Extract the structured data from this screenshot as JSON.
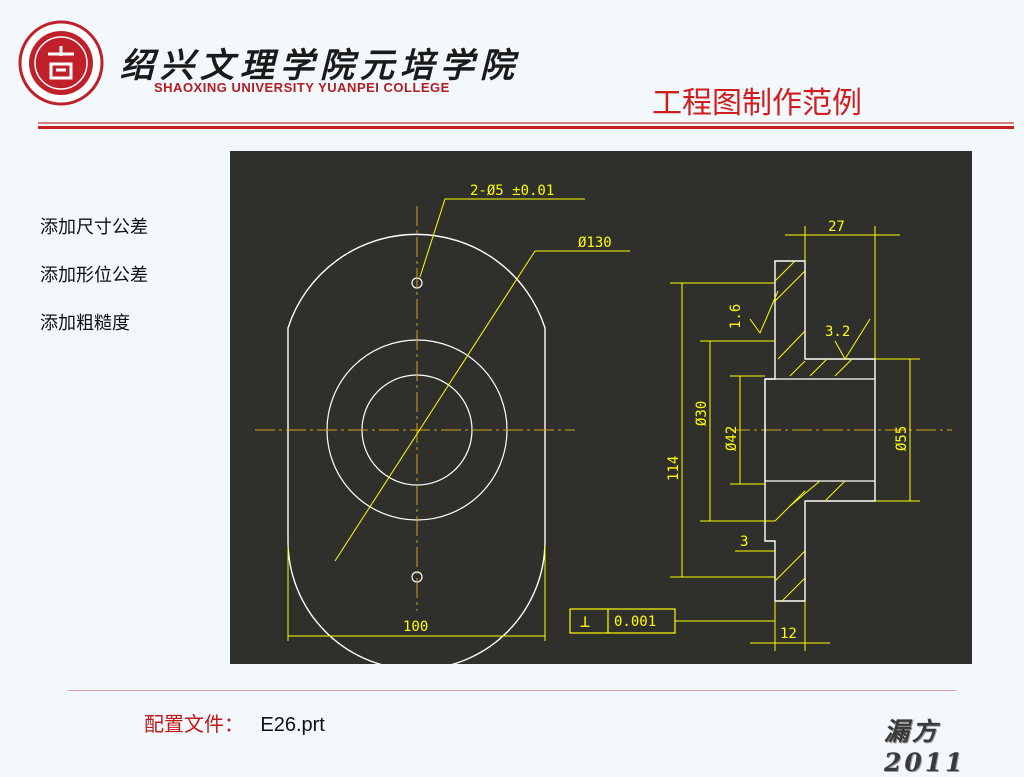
{
  "header": {
    "school_name_cn": "绍兴文理学院元培学院",
    "school_name_en": "SHAOXING UNIVERSITY YUANPEI COLLEGE",
    "title": "工程图制作范例"
  },
  "steps": [
    "添加尺寸公差",
    "添加形位公差",
    "添加粗糙度"
  ],
  "drawing": {
    "dims": {
      "hole": "2-Ø5 ±0.01",
      "pcd": "Ø130",
      "width": "100",
      "thickness": "27",
      "roughness_a": "1.6",
      "roughness_b": "3.2",
      "dia_30": "Ø30",
      "dia_42": "Ø42",
      "dia_55": "Ø55",
      "height": "114",
      "step": "3",
      "flange": "12",
      "perp_tol": "0.001"
    },
    "symbols": {
      "perpendicular": "⊥"
    },
    "colors": {
      "background": "#2f2f2b",
      "outline": "#ffffff",
      "dimension": "#ffff00",
      "centerline": "#d4a017"
    }
  },
  "footer": {
    "config_label": "配置文件：",
    "config_file": "E26.prt",
    "signature": "漏方 2011"
  }
}
